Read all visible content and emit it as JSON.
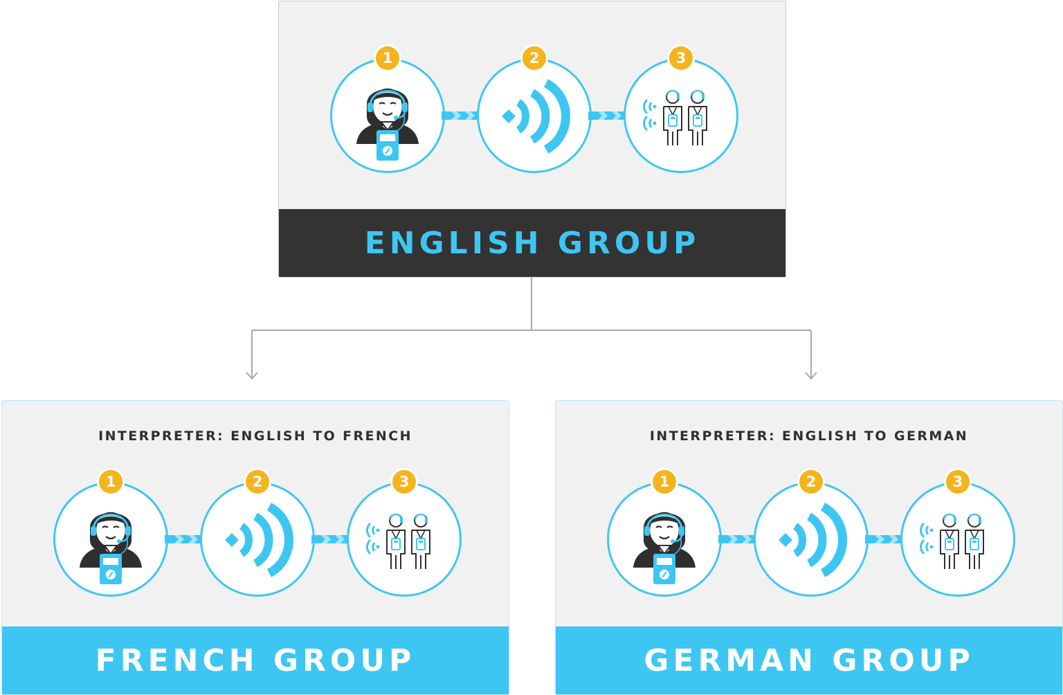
{
  "colors": {
    "accent": "#3ec6f3",
    "badge": "#f5b31c",
    "dark_banner": "#333334",
    "panel": "#f1f1f2",
    "line": "#a8a8a8"
  },
  "english": {
    "title": "ENGLISH GROUP",
    "steps": [
      {
        "number": "1",
        "icon": "guide-with-headset-icon"
      },
      {
        "number": "2",
        "icon": "wireless-signal-icon"
      },
      {
        "number": "3",
        "icon": "listeners-with-receivers-icon"
      }
    ]
  },
  "french": {
    "subtitle": "INTERPRETER: ENGLISH TO FRENCH",
    "title": "FRENCH GROUP",
    "steps": [
      {
        "number": "1",
        "icon": "interpreter-with-headset-icon"
      },
      {
        "number": "2",
        "icon": "wireless-signal-icon"
      },
      {
        "number": "3",
        "icon": "listeners-with-receivers-icon"
      }
    ]
  },
  "german": {
    "subtitle": "INTERPRETER: ENGLISH TO GERMAN",
    "title": "GERMAN GROUP",
    "steps": [
      {
        "number": "1",
        "icon": "interpreter-with-headset-icon"
      },
      {
        "number": "2",
        "icon": "wireless-signal-icon"
      },
      {
        "number": "3",
        "icon": "listeners-with-receivers-icon"
      }
    ]
  }
}
